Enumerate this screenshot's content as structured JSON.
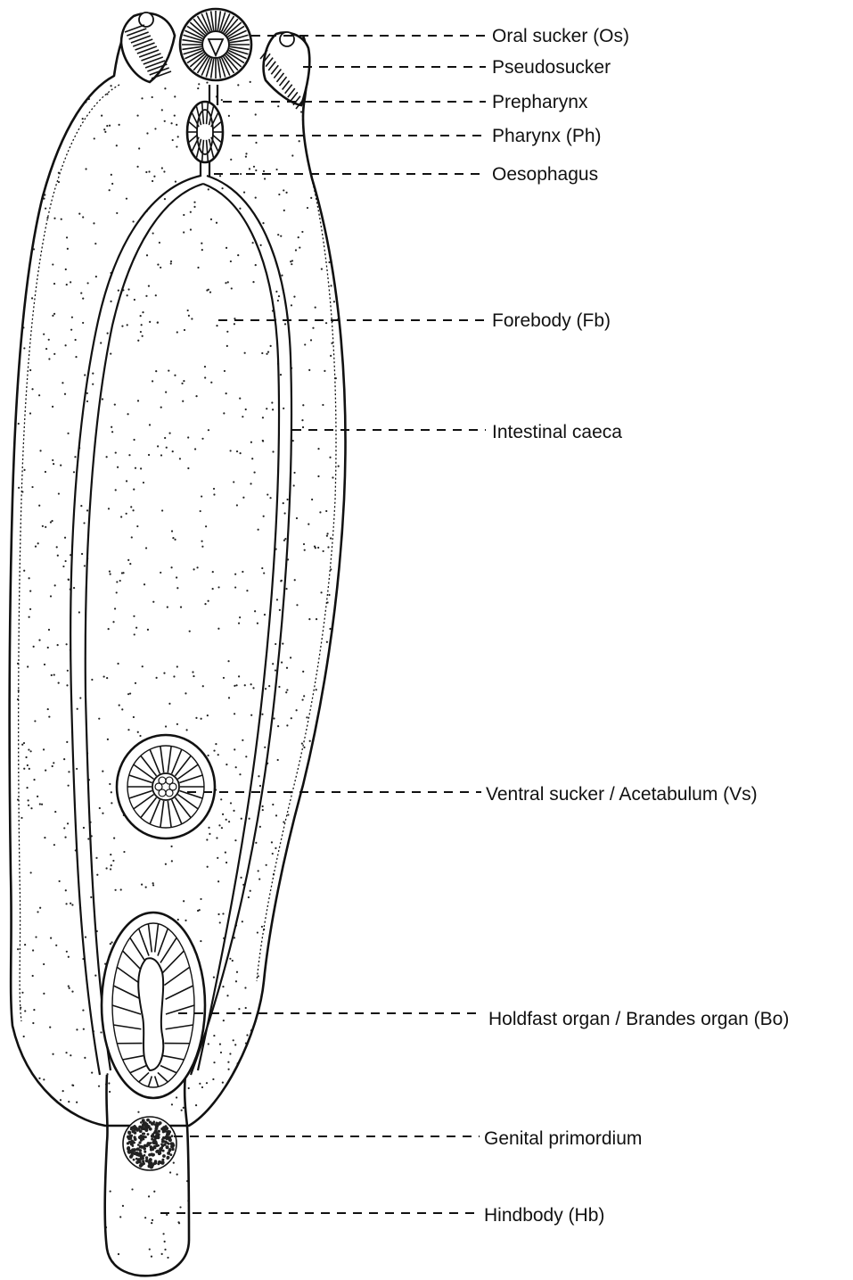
{
  "labels": {
    "oral_sucker": "Oral sucker (Os)",
    "pseudosucker": "Pseudosucker",
    "prepharynx": "Prepharynx",
    "pharynx": "Pharynx (Ph)",
    "oesophagus": "Oesophagus",
    "forebody": "Forebody (Fb)",
    "intestinal_caeca": "Intestinal caeca",
    "ventral_sucker": "Ventral sucker / Acetabulum (Vs)",
    "holdfast_organ": "Holdfast organ / Brandes organ (Bo)",
    "genital_primordium": "Genital primordium",
    "hindbody": "Hindbody (Hb)"
  },
  "colors": {
    "ink": "#111111",
    "paper": "#ffffff"
  }
}
